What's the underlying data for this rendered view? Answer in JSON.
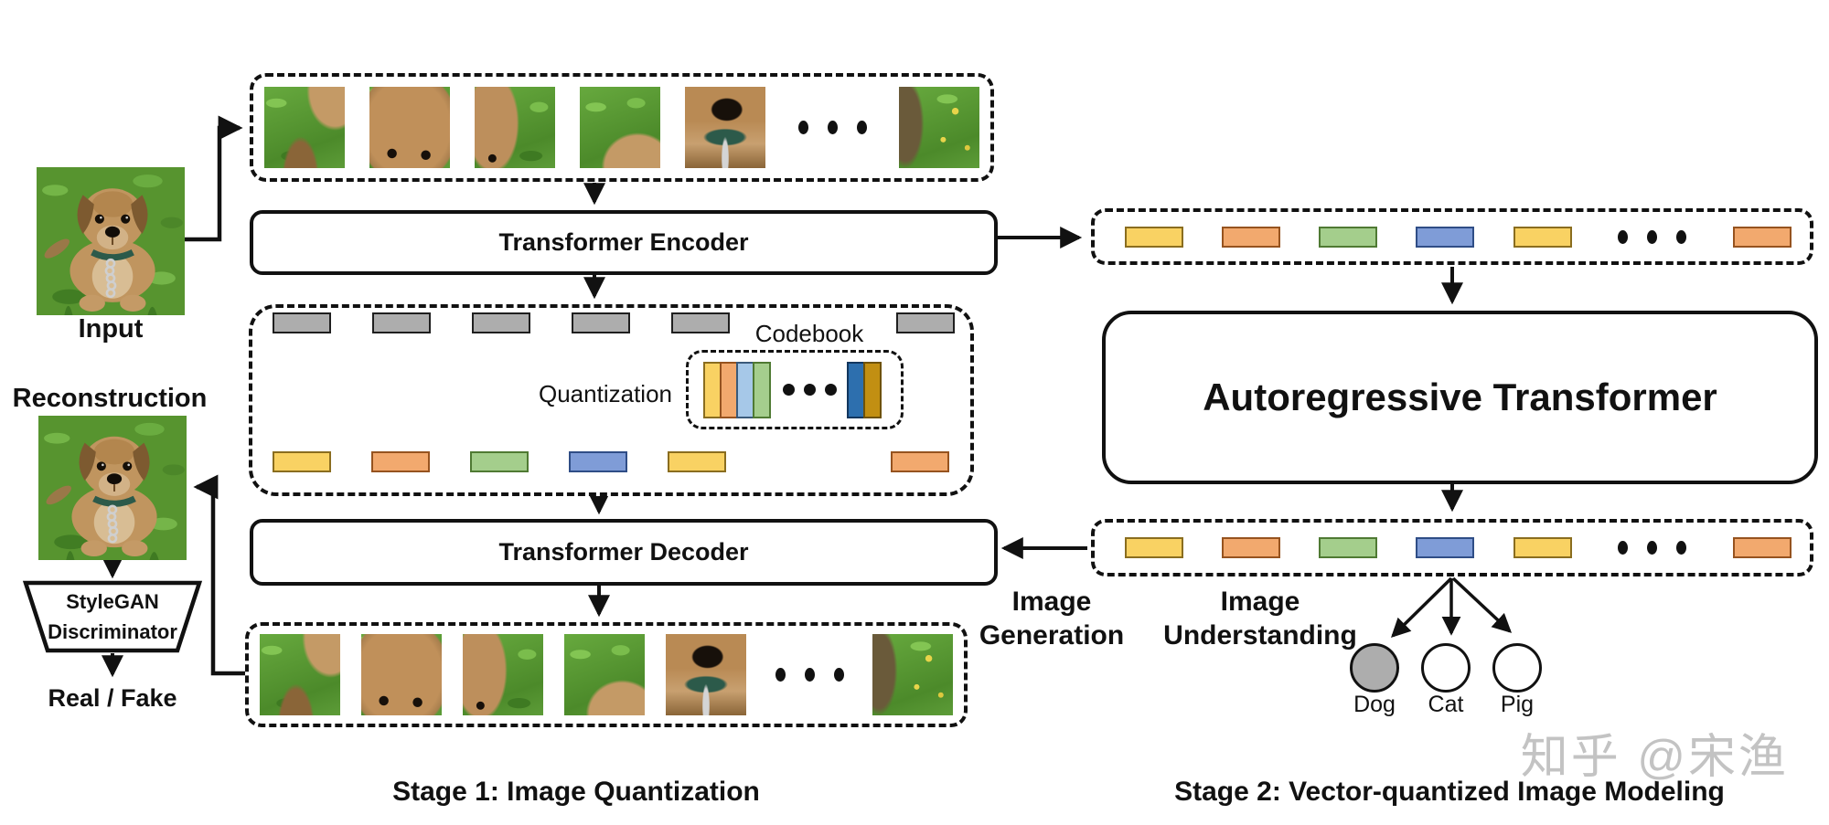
{
  "palette": {
    "fills": {
      "yellow": "#F9D263",
      "orange": "#F2A96E",
      "green": "#A4CE8C",
      "blue": "#7F9CD7",
      "gray": "#ADADAD",
      "lightblue": "#A6C8E8",
      "lightgreen": "#A5CE8D",
      "darkblue": "#2D6FAE",
      "gold": "#C28F12"
    },
    "borders": {
      "yellow": "#8a6d1f",
      "orange": "#96531f",
      "green": "#4f7a33",
      "blue": "#2f4d86",
      "gray": "#1f1f1f",
      "lightblue": "#3a5a7a",
      "lightgreen": "#4f7a33",
      "darkblue": "#12365e",
      "gold": "#6e5209"
    }
  },
  "stage1": {
    "title": "Stage 1: Image Quantization",
    "input_label": "Input",
    "reconstruction_label": "Reconstruction",
    "discriminator_line1": "StyleGAN",
    "discriminator_line2": "Discriminator",
    "real_fake_label": "Real / Fake",
    "encoder_label": "Transformer Encoder",
    "decoder_label": "Transformer Decoder",
    "quantization_label": "Quantization",
    "codebook": {
      "label": "Codebook",
      "entries": [
        "yellow",
        "orange",
        "lightblue",
        "lightgreen",
        "dots",
        "darkblue",
        "gold"
      ]
    },
    "encoder_output_tokens": [
      "gray",
      "gray",
      "gray",
      "gray",
      "gray",
      "gap",
      "gray"
    ],
    "quantized_tokens": [
      "yellow",
      "orange",
      "green",
      "blue",
      "yellow",
      "gap",
      "orange"
    ]
  },
  "stage2": {
    "title": "Stage 2: Vector-quantized Image Modeling",
    "transformer_label": "Autoregressive Transformer",
    "input_tokens": [
      "yellow",
      "orange",
      "green",
      "blue",
      "yellow",
      "dots",
      "orange"
    ],
    "output_tokens": [
      "yellow",
      "orange",
      "green",
      "blue",
      "yellow",
      "dots",
      "orange"
    ],
    "image_generation_line1": "Image",
    "image_generation_line2": "Generation",
    "image_understanding_line1": "Image",
    "image_understanding_line2": "Understanding",
    "classes": [
      {
        "label": "Dog",
        "filled": true
      },
      {
        "label": "Cat",
        "filled": false
      },
      {
        "label": "Pig",
        "filled": false
      }
    ]
  },
  "watermark": "知乎 @宋渔"
}
